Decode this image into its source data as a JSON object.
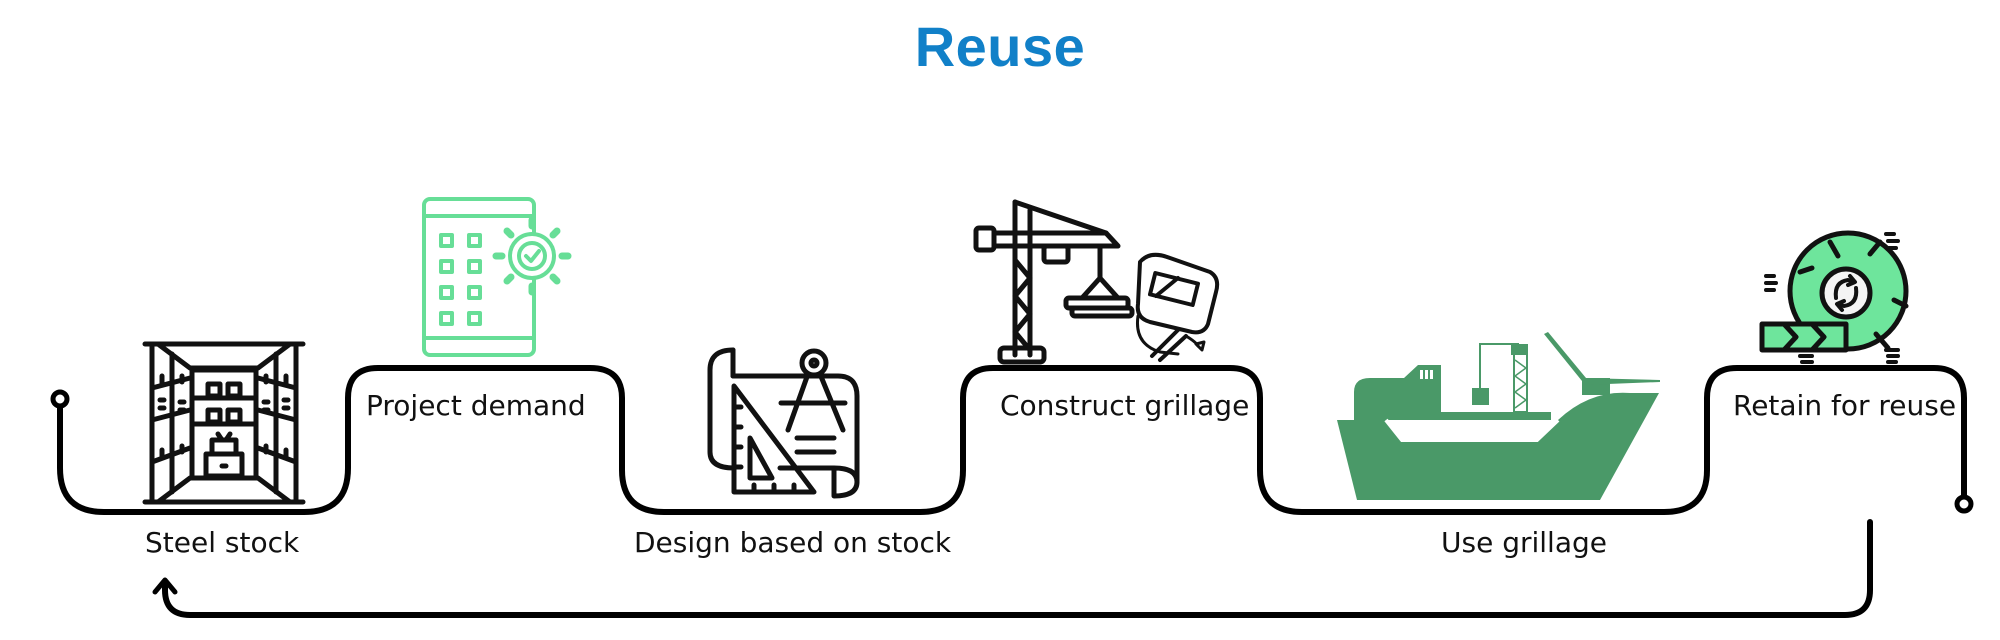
{
  "title": "Reuse",
  "colors": {
    "title": "#1180c8",
    "path": "#000000",
    "icon_green_light": "#6ee59c",
    "icon_green_outline": "#67de97",
    "ship_green": "#4a9968",
    "icon_black": "#111111"
  },
  "steps": [
    {
      "label": "Steel stock",
      "icon": "warehouse-shelves-icon",
      "position": "below"
    },
    {
      "label": "Project demand",
      "icon": "tablet-gear-check-icon",
      "position": "above"
    },
    {
      "label": "Design based on stock",
      "icon": "blueprint-compass-triangle-icon",
      "position": "below"
    },
    {
      "label": "Construct grillage",
      "icon": "crane-welding-mask-icon",
      "position": "above"
    },
    {
      "label": "Use grillage",
      "icon": "ship-icon",
      "position": "below"
    },
    {
      "label": "Retain for reuse",
      "icon": "recycle-coil-icon",
      "position": "above"
    }
  ],
  "return_arrow": {
    "from": "Retain for reuse",
    "to": "Steel stock"
  }
}
